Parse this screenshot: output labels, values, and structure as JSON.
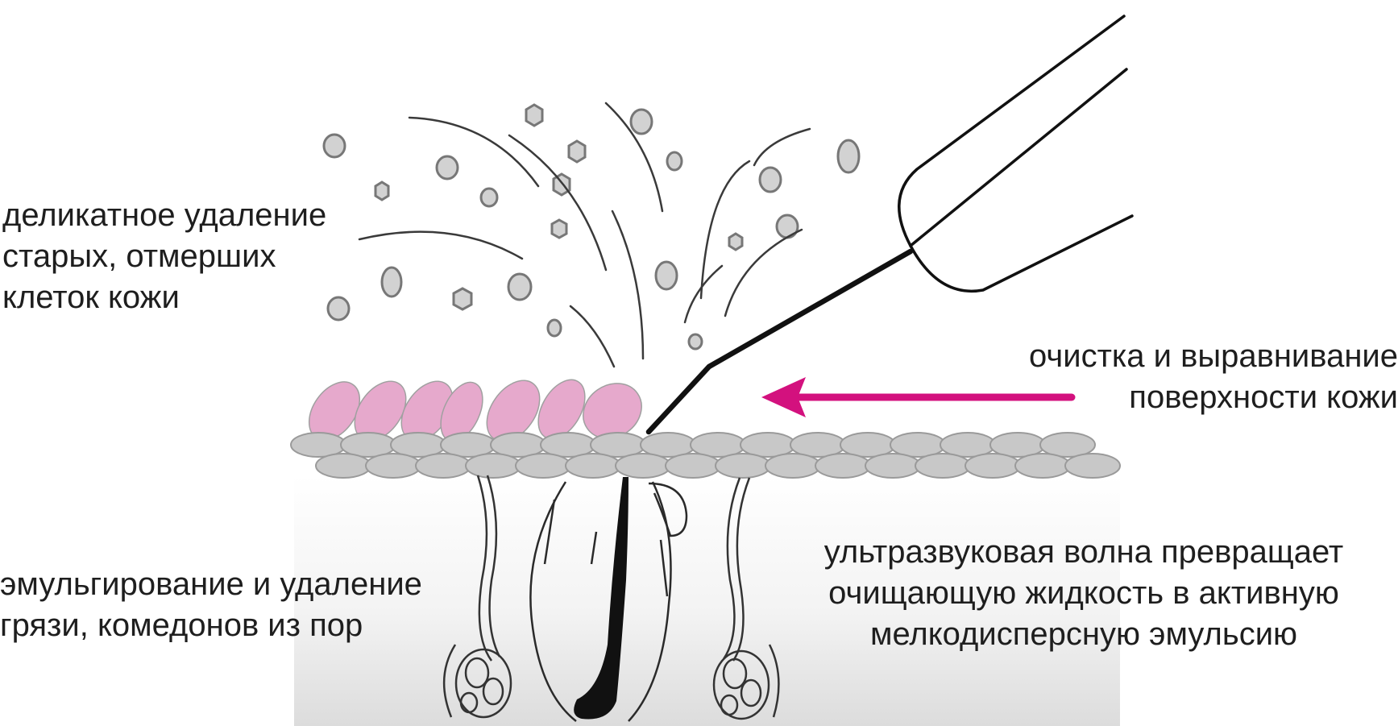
{
  "labels": {
    "top_left": "деликатное удаление\nстарых, отмерших\nклеток кожи",
    "right": "очистка и выравнивание\nповерхности кожи",
    "bottom_left": "эмульгирование и удаление\nгрязи, комедонов из пор",
    "bottom_right": "ультразвуковая волна превращает\nочищающую жидкость в активную\nмелкодисперсную эмульсию"
  },
  "colors": {
    "text": "#1e1e1e",
    "arrow": "#d3117e",
    "dead_cells": "#e6a9cc",
    "skin_cells": "#c8c8c8",
    "particles": "#d2d2d2",
    "line": "#111111"
  },
  "icons": {
    "probe": "ultrasonic-spatula-icon",
    "arrow": "arrow-left-icon"
  }
}
